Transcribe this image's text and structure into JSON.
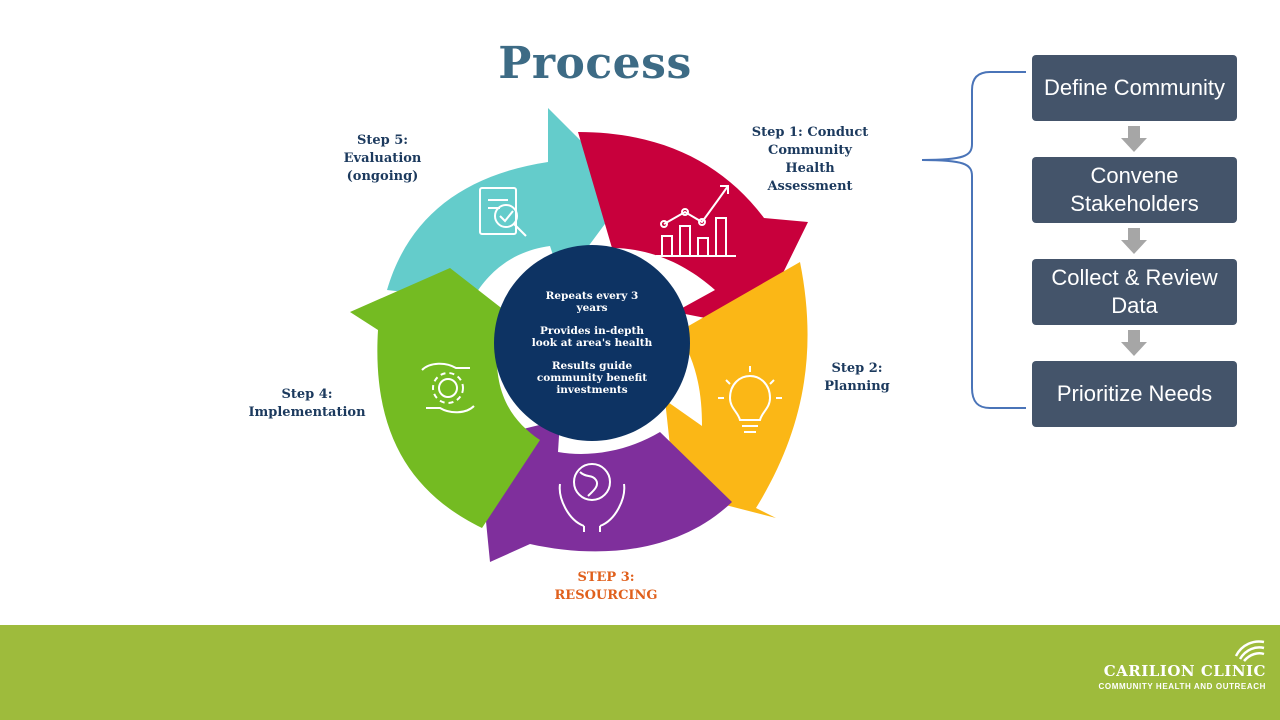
{
  "page": {
    "title": "Process"
  },
  "cycle": {
    "center": {
      "line1": "Repeats every 3",
      "line2": "years",
      "line3": "Provides in-depth",
      "line4": "look at area's health",
      "line5": "Results guide",
      "line6": "community benefit",
      "line7": "investments"
    },
    "steps": [
      {
        "lines": [
          "Step 1: Conduct",
          "Community",
          "Health",
          "Assessment"
        ],
        "color": "#c8003c",
        "icon": "bar-chart-trend-icon"
      },
      {
        "lines": [
          "Step 2:",
          "Planning"
        ],
        "color": "#fbb716",
        "icon": "lightbulb-icon"
      },
      {
        "lines": [
          "STEP 3:",
          "RESOURCING"
        ],
        "color": "#7f2f9c",
        "icon": "globe-hands-icon"
      },
      {
        "lines": [
          "Step 4:",
          "Implementation"
        ],
        "color": "#74bb22",
        "icon": "gear-hands-icon"
      },
      {
        "lines": [
          "Step 5:",
          "Evaluation",
          "(ongoing)"
        ],
        "color": "#64cccb",
        "icon": "document-check-icon"
      }
    ],
    "center_color": "#0d3363"
  },
  "flow": {
    "boxes": [
      "Define Community",
      "Convene Stakeholders",
      "Collect & Review Data",
      "Prioritize Needs"
    ],
    "box_color": "#44546a",
    "brace_color": "#4a74b8"
  },
  "footer": {
    "logo_name": "CARILION CLINIC",
    "logo_sub": "COMMUNITY HEALTH AND OUTREACH",
    "color": "#9ebb3c"
  }
}
